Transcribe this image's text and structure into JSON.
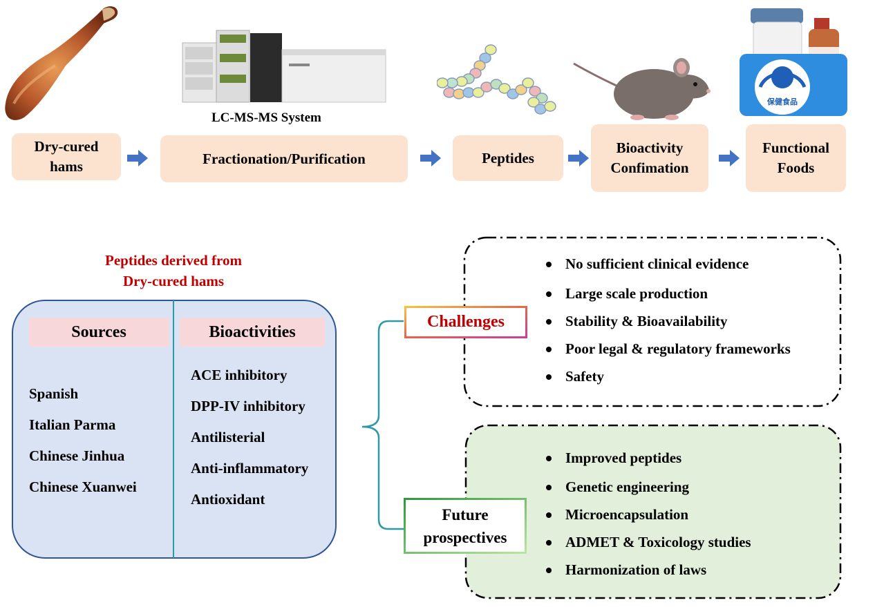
{
  "flow": {
    "steps": [
      {
        "label": "Dry-cured\nhams"
      },
      {
        "label": "Fractionation/Purification"
      },
      {
        "label": "Peptides"
      },
      {
        "label": "Bioactivity\nConfimation"
      },
      {
        "label": "Functional\nFoods"
      }
    ],
    "lcms_caption": "LC-MS-MS System",
    "supplement_seal_text": "保健食品"
  },
  "summary": {
    "title": "Peptides derived from\nDry-cured hams",
    "sources_header": "Sources",
    "sources": [
      "Spanish",
      "Italian Parma",
      "Chinese Jinhua",
      "Chinese Xuanwei"
    ],
    "bioactivities_header": "Bioactivities",
    "bioactivities": [
      "ACE inhibitory",
      "DPP-IV inhibitory",
      "Antilisterial",
      "Anti-inflammatory",
      "Antioxidant"
    ]
  },
  "challenges": {
    "label": "Challenges",
    "items": [
      "No sufficient clinical evidence",
      "Large scale production",
      "Stability & Bioavailability",
      "Poor legal & regulatory frameworks",
      "Safety"
    ]
  },
  "future": {
    "label": "Future\nprospectives",
    "items": [
      "Improved peptides",
      "Genetic engineering",
      "Microencapsulation",
      "ADMET &  Toxicology studies",
      "Harmonization of laws"
    ]
  },
  "colors": {
    "pill_fill": "#fbe3cf",
    "arrow": "#4472c4",
    "panel_fill": "#dae3f3",
    "panel_border": "#2f5597",
    "header_fill": "#f8d7da",
    "title_red": "#c00000",
    "bracket": "#2e9aa6",
    "future_fill": "#e2efda"
  },
  "icons": [
    "ham-image",
    "lcms-instrument-image",
    "peptide-chain-image",
    "mouse-image",
    "supplement-bottles-image"
  ]
}
